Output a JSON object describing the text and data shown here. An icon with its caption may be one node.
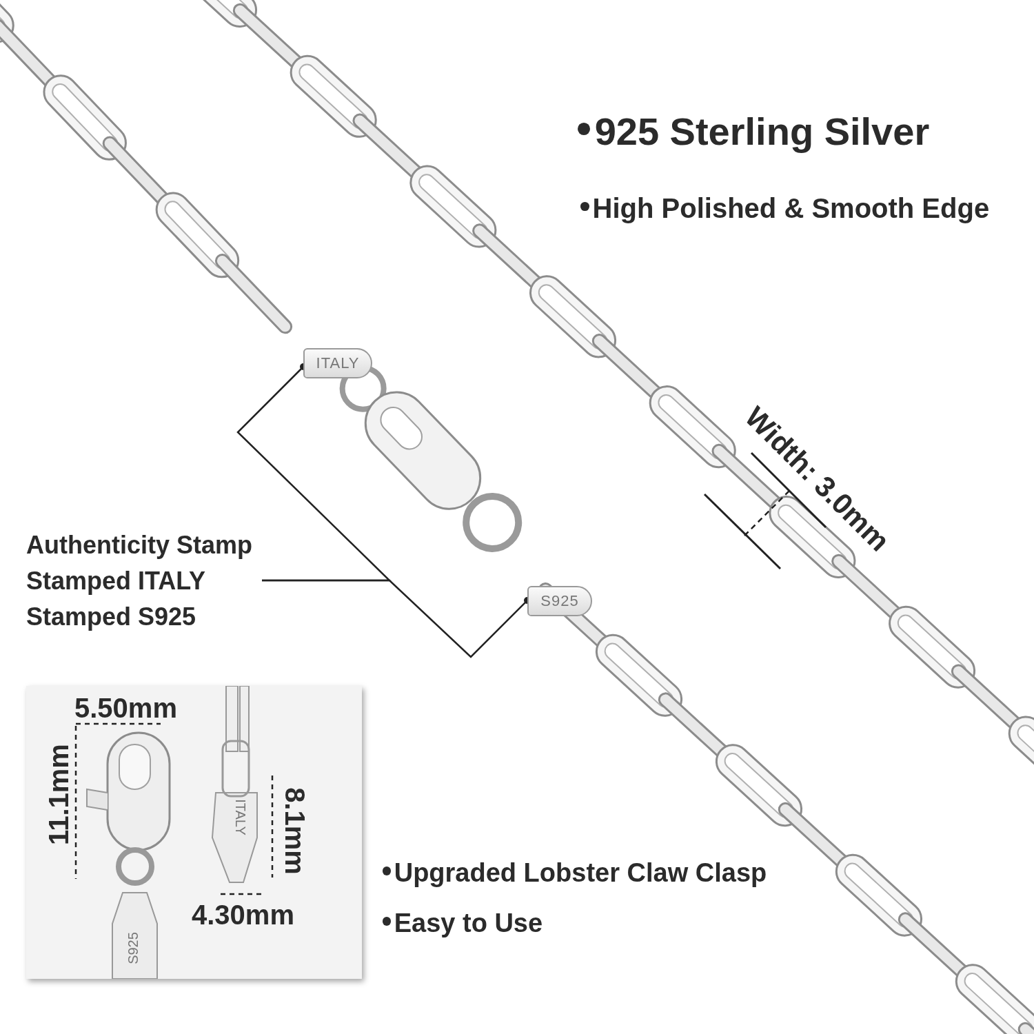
{
  "diagram": {
    "nodes": [
      {
        "text": [
          "Authenticity Stamp",
          "Stamped ITALY",
          "Stamped S925"
        ]
      },
      {
        "text": [
          "ITALY"
        ]
      },
      {
        "text": [
          "S925"
        ]
      }
    ],
    "edges": [
      {
        "from": 0,
        "to": 1,
        "arrow": "other"
      },
      {
        "from": 0,
        "to": 2,
        "arrow": "other"
      }
    ],
    "labels": [
      "925 Sterling Silver",
      "High Polished & Smooth Edge",
      "Width: 3.0mm",
      "5.50mm",
      "11.1mm",
      "8.1mm",
      "ITALY",
      "S925",
      "4.30mm",
      "Upgraded Lobster Claw Clasp",
      "Easy to Use"
    ]
  }
}
